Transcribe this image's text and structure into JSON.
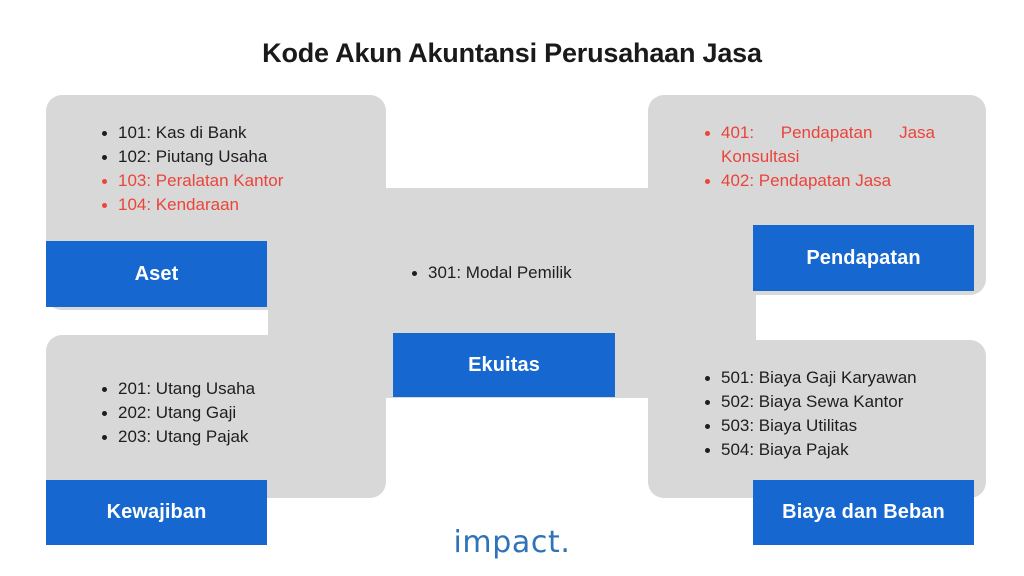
{
  "page": {
    "title": "Kode Akun Akuntansi Perusahaan Jasa",
    "logo": "impact.",
    "colors": {
      "background": "#ffffff",
      "panel_gray": "#d8d8d8",
      "tag_blue": "#1668d0",
      "text_dark": "#1e1e1e",
      "text_red": "#ea443b",
      "logo_blue": "#2f73b8"
    }
  },
  "groups": {
    "aset": {
      "label": "Aset",
      "items": [
        {
          "text": "101: Kas di Bank",
          "highlight": false
        },
        {
          "text": "102: Piutang Usaha",
          "highlight": false
        },
        {
          "text": "103: Peralatan Kantor",
          "highlight": true
        },
        {
          "text": "104: Kendaraan",
          "highlight": true
        }
      ]
    },
    "kewajiban": {
      "label": "Kewajiban",
      "items": [
        {
          "text": "201: Utang Usaha",
          "highlight": false
        },
        {
          "text": "202: Utang Gaji",
          "highlight": false
        },
        {
          "text": "203: Utang Pajak",
          "highlight": false
        }
      ]
    },
    "ekuitas": {
      "label": "Ekuitas",
      "items": [
        {
          "text": "301: Modal Pemilik",
          "highlight": false
        }
      ]
    },
    "pendapatan": {
      "label": "Pendapatan",
      "items": [
        {
          "text": "401: Pendapatan Jasa Konsultasi",
          "highlight": true
        },
        {
          "text": "402: Pendapatan Jasa",
          "highlight": true
        }
      ]
    },
    "biaya_dan_beban": {
      "label": "Biaya dan Beban",
      "items": [
        {
          "text": "501: Biaya Gaji Karyawan",
          "highlight": false
        },
        {
          "text": "502: Biaya Sewa Kantor",
          "highlight": false
        },
        {
          "text": "503: Biaya Utilitas",
          "highlight": false
        },
        {
          "text": "504: Biaya Pajak",
          "highlight": false
        }
      ]
    }
  }
}
